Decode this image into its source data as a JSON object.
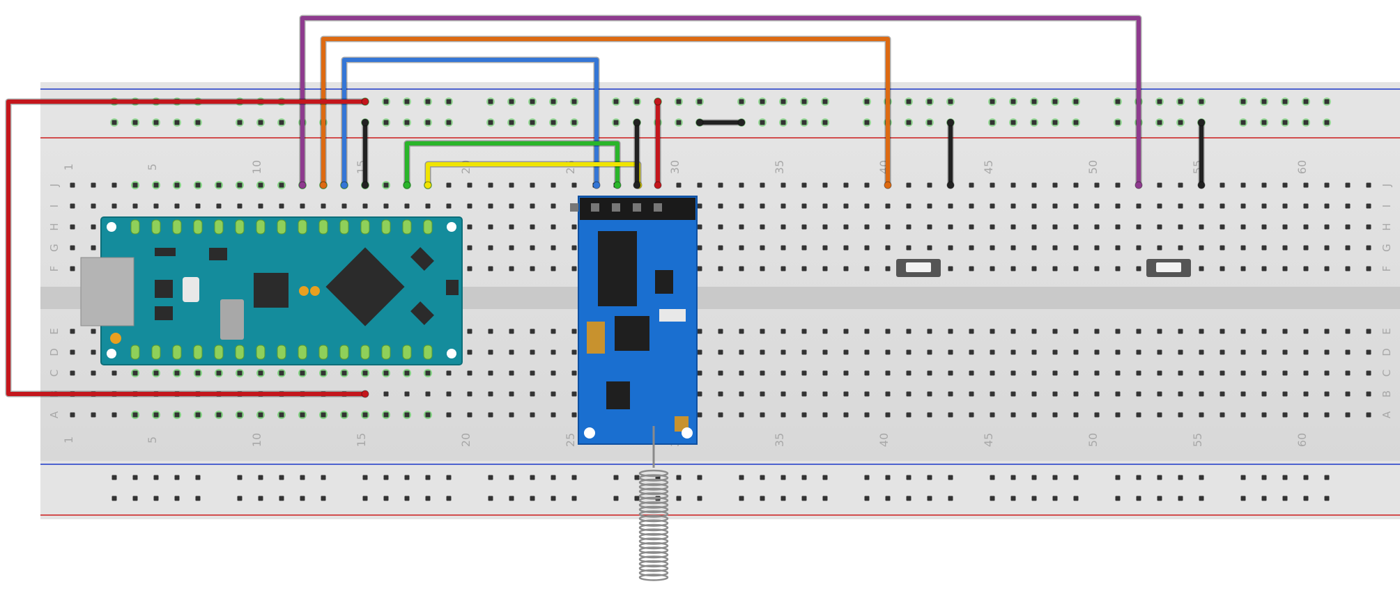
{
  "breadboard": {
    "column_numbers": [
      "1",
      "5",
      "10",
      "15",
      "20",
      "25",
      "30",
      "35",
      "40",
      "45",
      "50",
      "55",
      "60"
    ],
    "row_letters_top": [
      "J",
      "I",
      "H",
      "G",
      "F"
    ],
    "row_letters_bottom": [
      "E",
      "D",
      "C",
      "B",
      "A"
    ],
    "colors": {
      "board": "#dcdcdc",
      "rail_red": "#cc1b1b",
      "rail_blue": "#1b36c8",
      "hole": "#333333",
      "active_hole": "#3fcf3f",
      "label": "#a8a8a8"
    }
  },
  "components": {
    "microcontroller": {
      "icon": "arduino-nano-board",
      "color": "#148c9c"
    },
    "radio_module": {
      "icon": "rf-transceiver-module",
      "color": "#1a6fd0"
    },
    "antenna": {
      "icon": "spring-antenna"
    },
    "buttons": [
      {
        "icon": "push-button"
      },
      {
        "icon": "push-button"
      }
    ]
  },
  "wire_colors": {
    "red": "#c4161c",
    "black": "#222222",
    "purple": "#8e3b8e",
    "orange": "#dd6a12",
    "blue": "#3476d6",
    "green": "#2ab52a",
    "yellow": "#f0e400"
  }
}
